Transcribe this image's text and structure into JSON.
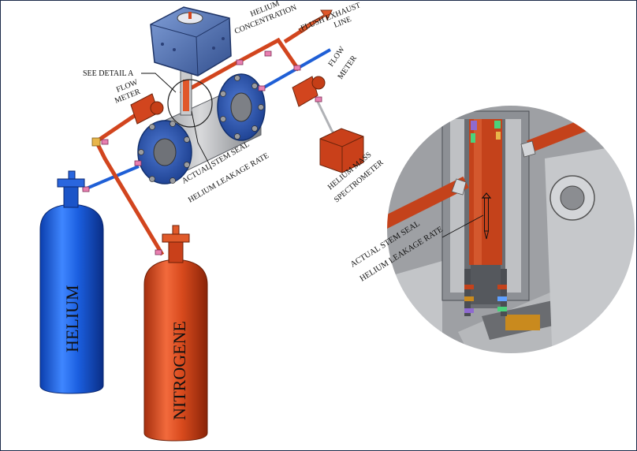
{
  "labels": {
    "helium_concentration_1": "HELIUM",
    "helium_concentration_2": "CONCENTRATION",
    "flush_exhaust_1": "FLUSH EXHAUST",
    "flush_exhaust_2": "LINE",
    "see_detail": "SEE DETAIL  A",
    "flow_meter_left_1": "FLOW",
    "flow_meter_left_2": "METER",
    "flow_meter_right_1": "FLOW",
    "flow_meter_right_2": "METER",
    "stem_seal_1": "ACTUAL STEM SEAL",
    "stem_seal_2": "HELIUM LEAKAGE RATE",
    "mass_spec_1": "HELIUM MASS",
    "mass_spec_2": "SPECTROMETER",
    "detail_stem_seal_1": "ACTUAL STEM SEAL",
    "detail_stem_seal_2": "HELIUM LEAKAGE RATE",
    "cylinder_helium": "HELIUM",
    "cylinder_nitrogen": "NITROGENE"
  },
  "colors": {
    "helium_blue": "#1f5fd6",
    "nitrogen_red": "#d2451e",
    "actuator_blue": "#4d6fae",
    "flange_blue": "#2a52a8",
    "fitting_pink": "#e97fb0",
    "steel_gray": "#a9abae"
  }
}
